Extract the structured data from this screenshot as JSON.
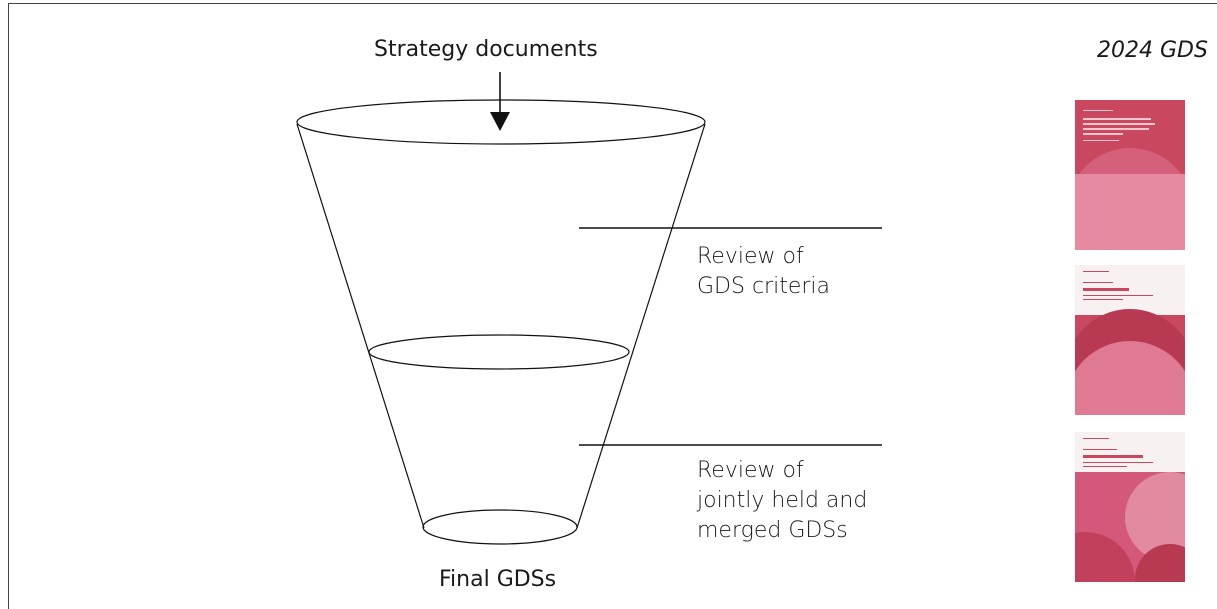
{
  "diagram": {
    "input_label": "Strategy documents",
    "stage_1": {
      "lines": [
        "Review of",
        "GDS criteria"
      ]
    },
    "stage_2": {
      "lines": [
        "Review of",
        "jointly held and",
        "merged GDSs"
      ]
    },
    "output_label": "Final GDSs"
  },
  "sidebar": {
    "title": "2024 GDS"
  },
  "colors": {
    "cover_primary": "#c9485f",
    "cover_light": "#e8899a",
    "cover_dark": "#b83a52",
    "line": "#111111"
  }
}
